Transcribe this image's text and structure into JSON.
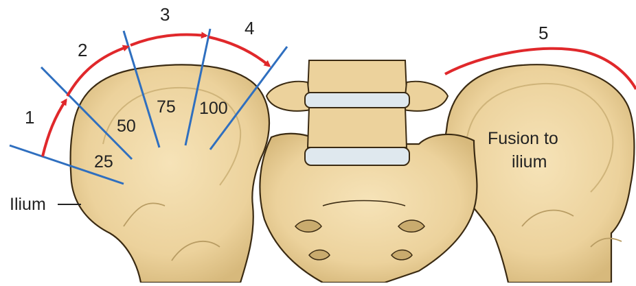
{
  "colors": {
    "bone": "#efd8a8",
    "bone_shadow": "#d9bf86",
    "bone_outline": "#3a2a12",
    "cartilage": "#dfe8ee",
    "blue_line": "#2f6fbf",
    "red_arrow": "#e0282b"
  },
  "stages": [
    "1",
    "2",
    "3",
    "4",
    "5"
  ],
  "percentages": [
    "25",
    "50",
    "75",
    "100"
  ],
  "labels": {
    "ilium": "Ilium",
    "fusion_line1": "Fusion to",
    "fusion_line2": "ilium"
  }
}
